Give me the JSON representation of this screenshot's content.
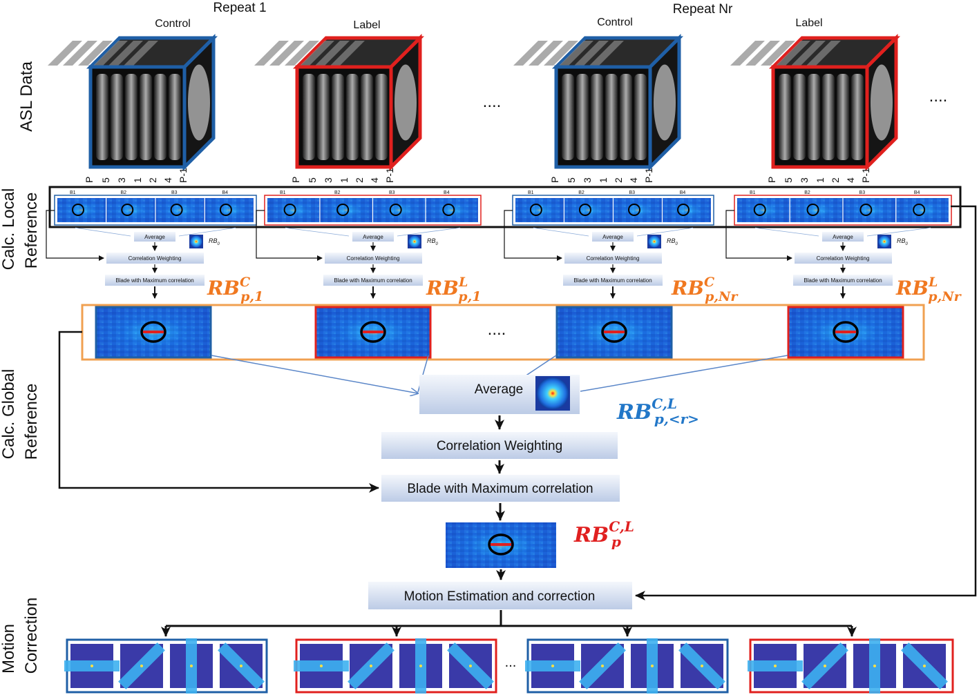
{
  "headers": {
    "repeat_1": "Repeat 1",
    "repeat_nr": "Repeat Nr",
    "cubes": [
      "Control",
      "Label",
      "Control",
      "Label"
    ]
  },
  "side_labels": {
    "asl_data": "ASL Data",
    "calc_local_1": "Calc. Local",
    "calc_local_2": "Reference",
    "calc_global_1": "Calc. Global",
    "calc_global_2": "Reference",
    "motion_1": "Motion",
    "motion_2": "Correction"
  },
  "ellipsis": "....",
  "ellipsis_short": "...",
  "slice_labels": [
    "P",
    "5",
    "3",
    "1",
    "2",
    "4",
    "P-1"
  ],
  "blade_labels": [
    "B1",
    "B2",
    "B3",
    "B4"
  ],
  "local": {
    "average": "Average",
    "rb0": "RB",
    "rb0_sub": "0",
    "correlation": "Correlation Weighting",
    "max_corr": "Blade with Maximum correlation"
  },
  "rb_labels": [
    {
      "base": "RB",
      "sup": "C",
      "sub": "p,1"
    },
    {
      "base": "RB",
      "sup": "L",
      "sub": "p,1"
    },
    {
      "base": "RB",
      "sup": "C",
      "sub": "p,Nr"
    },
    {
      "base": "RB",
      "sup": "L",
      "sub": "p,Nr"
    }
  ],
  "global": {
    "average": "Average",
    "rb_avg": {
      "base": "RB",
      "sup": "C,L",
      "sub": "p,<r>"
    },
    "correlation": "Correlation Weighting",
    "max_corr": "Blade with Maximum correlation",
    "rb_final": {
      "base": "RB",
      "sup": "C,L",
      "sub": "p"
    },
    "motion": "Motion Estimation and correction"
  },
  "colors": {
    "control": "#1f5fa6",
    "label": "#e0201e",
    "local_frame": "#111111",
    "global_frame": "#f0a050",
    "rb_orange": "#f07820",
    "rb_blue": "#2277c8",
    "rb_red": "#e02020",
    "box_gradient_top": "#f4f7fc",
    "box_gradient_bottom": "#bccbe6"
  }
}
